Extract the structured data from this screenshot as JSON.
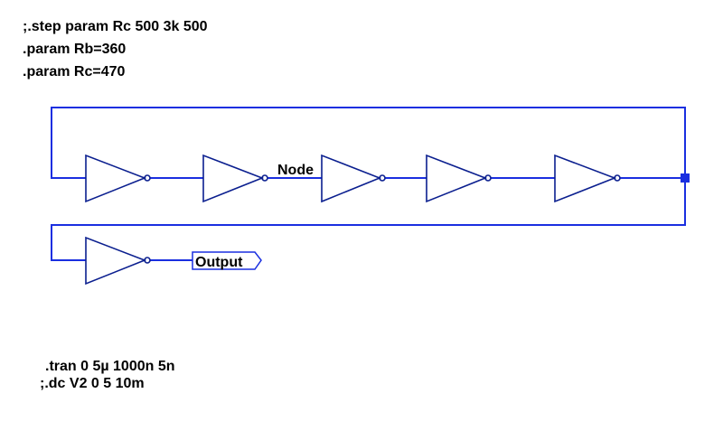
{
  "directives_top": [
    ";.step param Rc 500 3k 500",
    ".param Rb=360",
    ".param Rc=470"
  ],
  "directives_bottom": [
    ".tran 0 5µ 1000n 5n",
    ";.dc V2 0 5 10m"
  ],
  "net_labels": {
    "node": "Node",
    "output": "Output"
  },
  "components": {
    "ring_inverters": 5,
    "output_inverters": 1
  },
  "colors": {
    "wire": "#1a2fe0",
    "gate": "#0b1f8f",
    "junction": "#1a2fe0",
    "background": "#ffffff"
  }
}
